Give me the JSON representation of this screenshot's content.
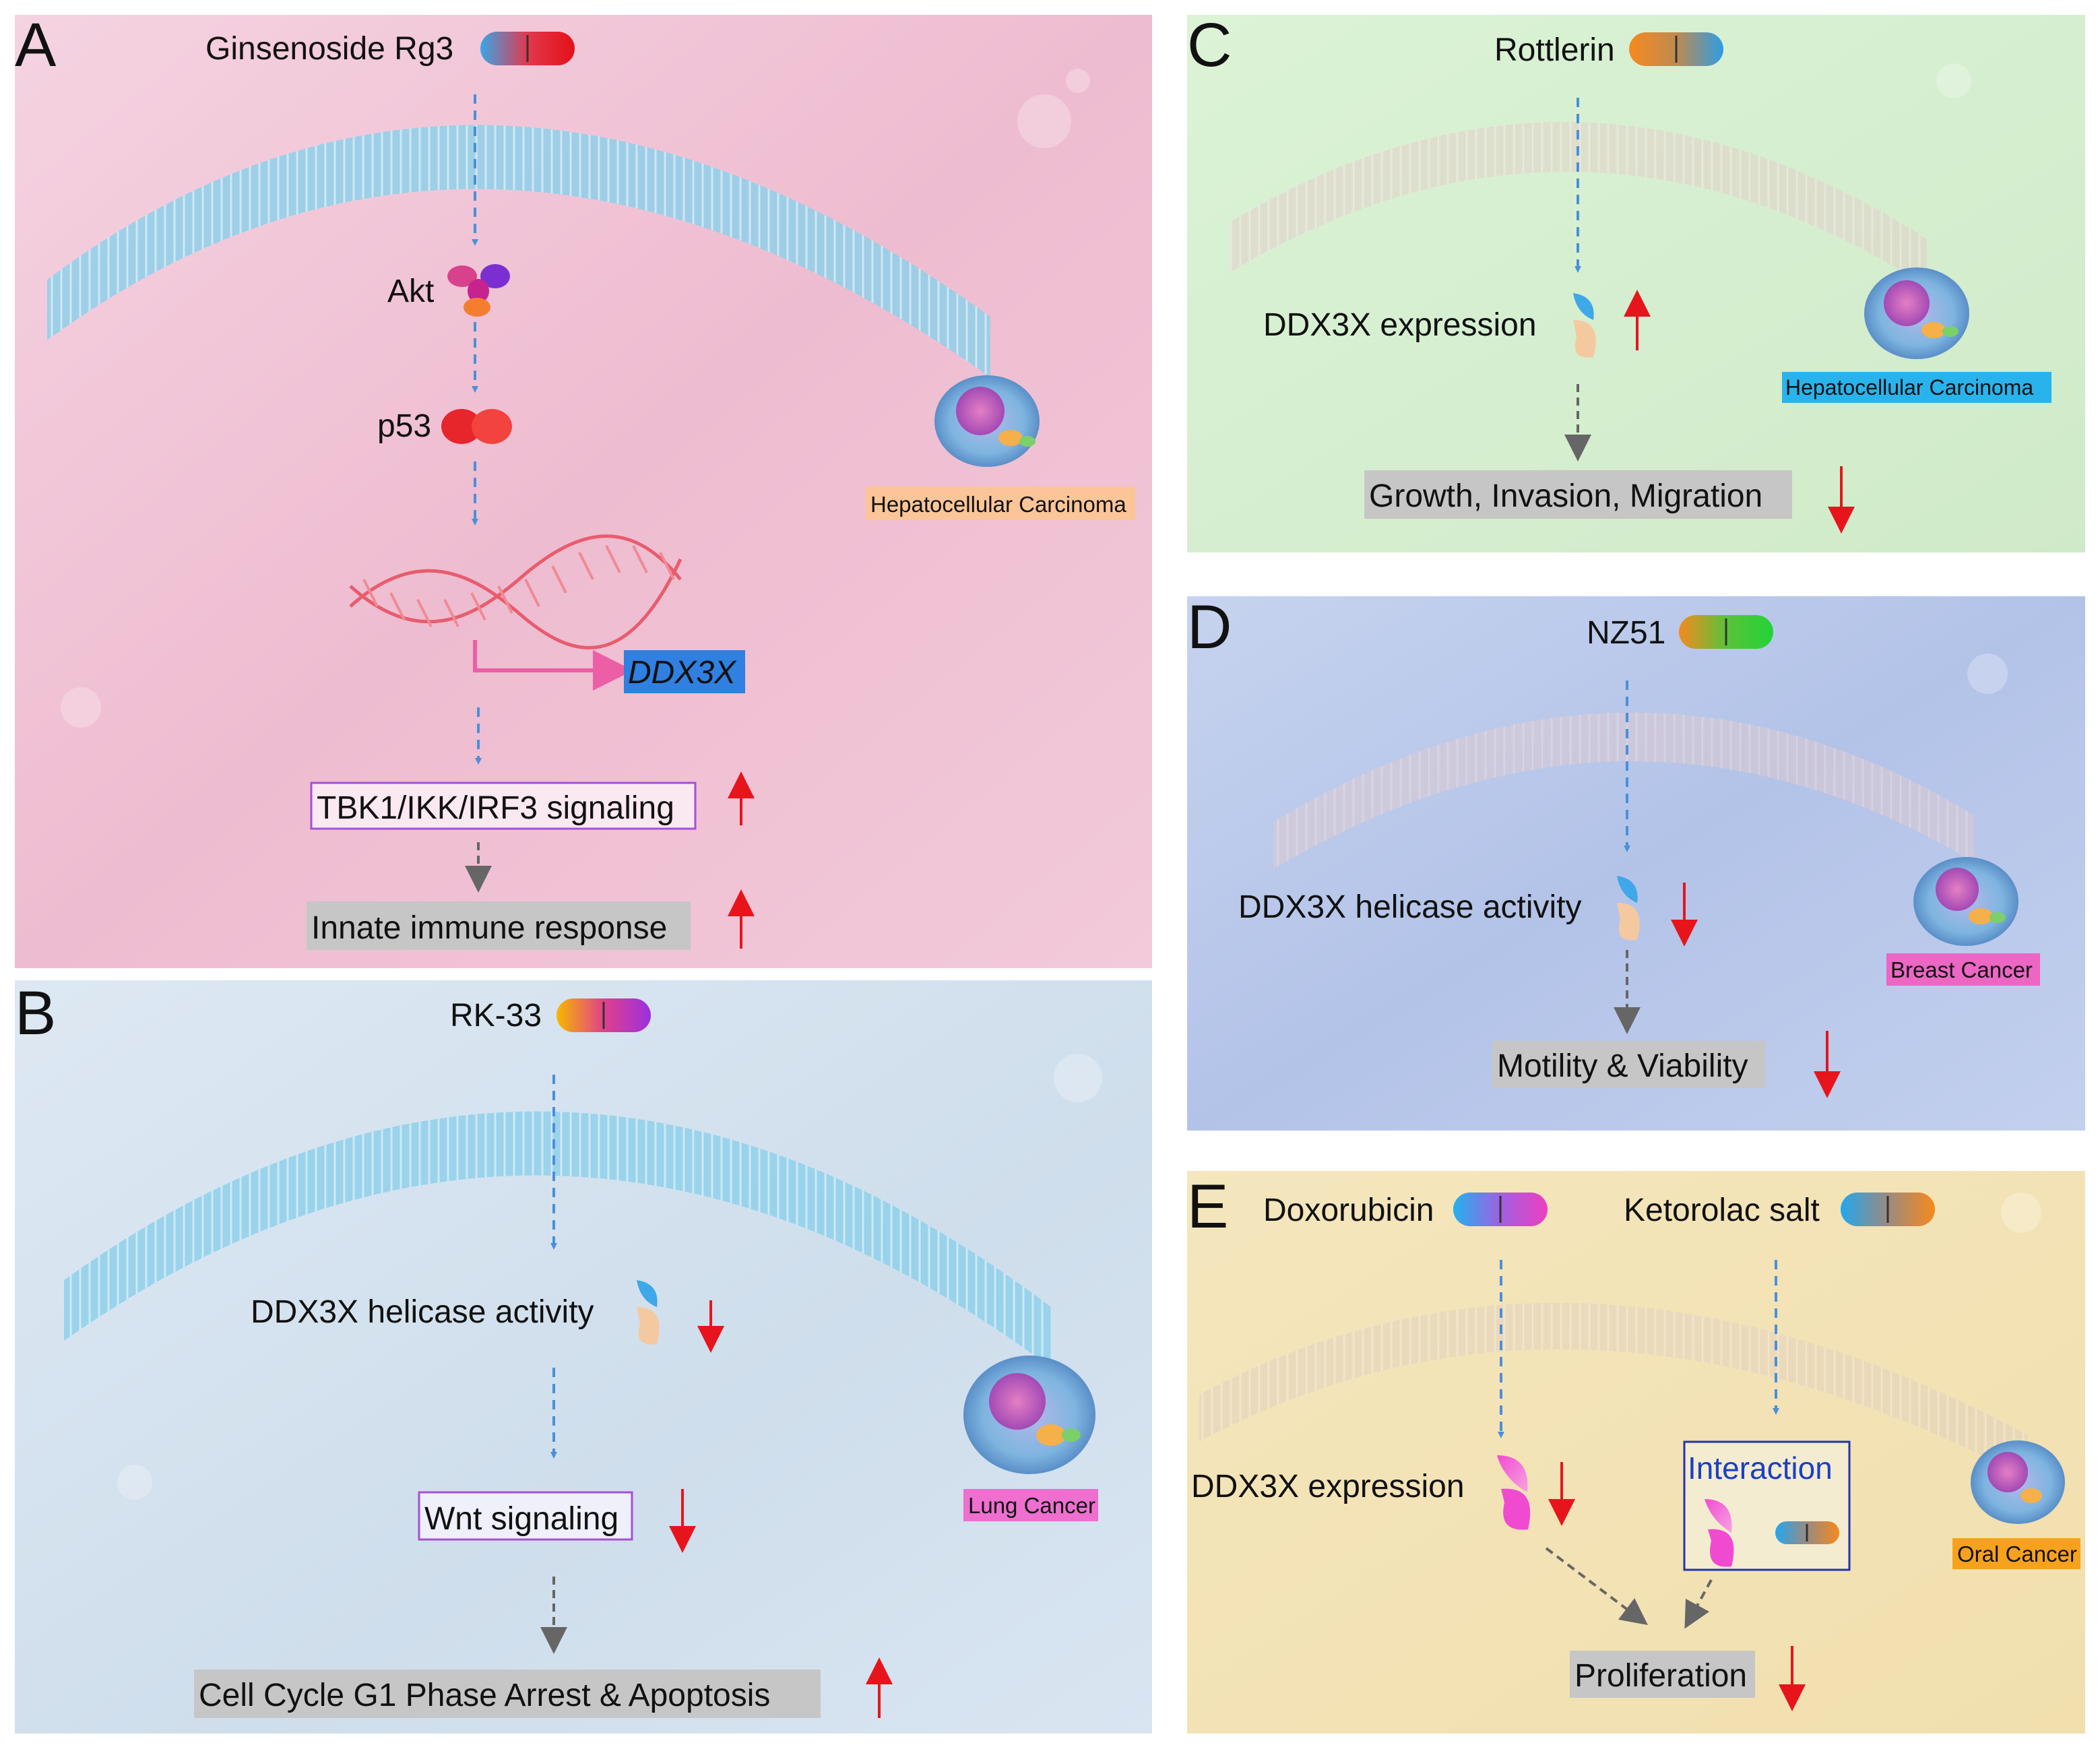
{
  "panels": {
    "A": {
      "letter": "A",
      "drug": "Ginsenoside Rg3",
      "cancer": "Hepatocellular Carcinoma",
      "akt": "Akt",
      "p53": "p53",
      "gene": "DDX3X",
      "signal": "TBK1/IKK/IRF3 signaling",
      "outcome": "Innate immune response",
      "signal_change": "up",
      "outcome_change": "up"
    },
    "B": {
      "letter": "B",
      "drug": "RK-33",
      "cancer": "Lung Cancer",
      "target": "DDX3X helicase activity",
      "signal": "Wnt signaling",
      "outcome": "Cell Cycle G1 Phase Arrest & Apoptosis",
      "target_change": "down",
      "signal_change": "down",
      "outcome_change": "up"
    },
    "C": {
      "letter": "C",
      "drug": "Rottlerin",
      "cancer": "Hepatocellular Carcinoma",
      "target": "DDX3X expression",
      "outcome": "Growth, Invasion, Migration",
      "target_change": "up",
      "outcome_change": "down"
    },
    "D": {
      "letter": "D",
      "drug": "NZ51",
      "cancer": "Breast Cancer",
      "target": "DDX3X helicase activity",
      "outcome": "Motility & Viability",
      "target_change": "down",
      "outcome_change": "down"
    },
    "E": {
      "letter": "E",
      "drug1": "Doxorubicin",
      "drug2": "Ketorolac salt",
      "cancer": "Oral Cancer",
      "target": "DDX3X expression",
      "interaction": "Interaction",
      "outcome": "Proliferation",
      "target_change": "down",
      "outcome_change": "down"
    }
  },
  "colors": {
    "panelA_bg": "#f2c9d8",
    "panelB_bg": "#d4e2ef",
    "panelC_bg": "#d6efd0",
    "panelD_bg": "#bccbeb",
    "panelE_bg": "#f3e3b4",
    "membrane": "#8fd0ea",
    "arrow_up_down": "#e8141c",
    "dashed_blue": "#4a90d9",
    "dashed_gray": "#666666",
    "hcc_tag": "#fbc598",
    "lung_tag": "#ee6fcf",
    "hcc_tag_C": "#29b3ec",
    "breast_tag": "#ec66c4",
    "oral_tag": "#f7a21c",
    "gene_box": "#2f80e0",
    "signal_box_border": "#a64fd7",
    "outcome_box": "#c6c6c6"
  },
  "icons": [
    "capsule-icon",
    "akt-protein-icon",
    "p53-protein-icon",
    "dna-helix-icon",
    "ddx3x-protein-icon",
    "cancer-cell-icon",
    "arrow-up-icon",
    "arrow-down-icon"
  ]
}
